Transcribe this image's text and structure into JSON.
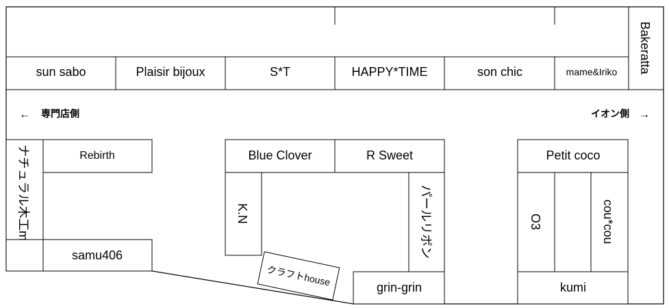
{
  "colors": {
    "line": "#000000",
    "background": "#ffffff"
  },
  "directions": {
    "left_arrow": "←",
    "left": "専門店側",
    "right": "イオン側",
    "right_arrow": "→"
  },
  "top_row": {
    "shops": [
      "sun sabo",
      "Plaisir bijoux",
      "S*T",
      "HAPPY*TIME",
      "son chic",
      "mame&Iriko"
    ],
    "corner_vertical": "Bakeratta"
  },
  "left_block": {
    "vertical": "ナチュラル木工momo",
    "rebirth": "Rebirth",
    "samu": "samu406"
  },
  "center_block": {
    "blue_clover": "Blue Clover",
    "r_sweet": "R Sweet",
    "kn": "K.N",
    "pearl_vertical": "パールリボン",
    "craft": "クラフトhouse",
    "grin": "grin-grin"
  },
  "right_block": {
    "petit": "Petit coco",
    "o3": "O3",
    "coucou": "cou*cou",
    "kumi": "kumi"
  }
}
